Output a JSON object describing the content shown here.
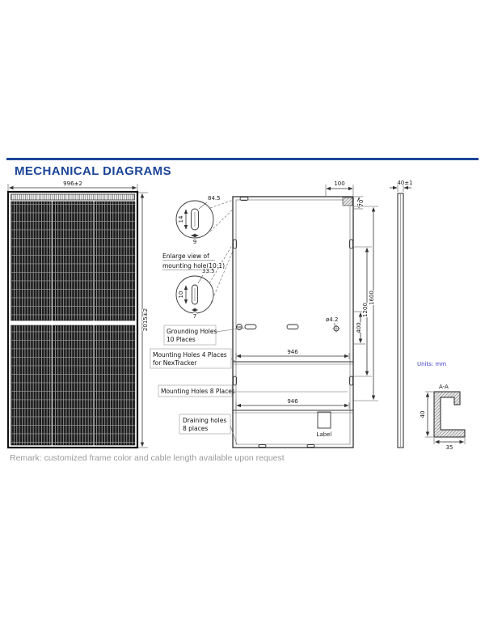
{
  "header": {
    "title": "MECHANICAL DIAGRAMS"
  },
  "front_view": {
    "width_dim": "996±2",
    "height_dim": "2015±2"
  },
  "enlarge": {
    "caption_line1": "Enlarge view of",
    "caption_line2": "mounting hole(10:1)",
    "view1": {
      "length": "14",
      "radius": "84.5",
      "width": "9"
    },
    "view2": {
      "radius": "33.5",
      "length": "10",
      "width": "7"
    }
  },
  "back_view": {
    "dim_top_width": "100",
    "dim_top_height": "70",
    "dim_rail_upper": "946",
    "dim_rail_lower": "946",
    "hole_dia": "ø4.2",
    "dim_400": "400",
    "dim_1200": "1200",
    "dim_1600": "1600",
    "label_text": "Label"
  },
  "callouts": {
    "grounding_line1": "Grounding Holes",
    "grounding_line2": "10 Places",
    "mounting4_line1": "Mounting Holes 4 Places",
    "mounting4_line2": "for NexTracker",
    "mounting8": "Mounting Holes 8 Places",
    "draining_line1": "Draining holes",
    "draining_line2": "8 places"
  },
  "side_view": {
    "width_dim": "40±1"
  },
  "section": {
    "label": "A-A",
    "dim_height": "40",
    "dim_width": "35"
  },
  "units_note": "Units: mm",
  "remark": "Remark: customized frame color and cable length available upon request"
}
